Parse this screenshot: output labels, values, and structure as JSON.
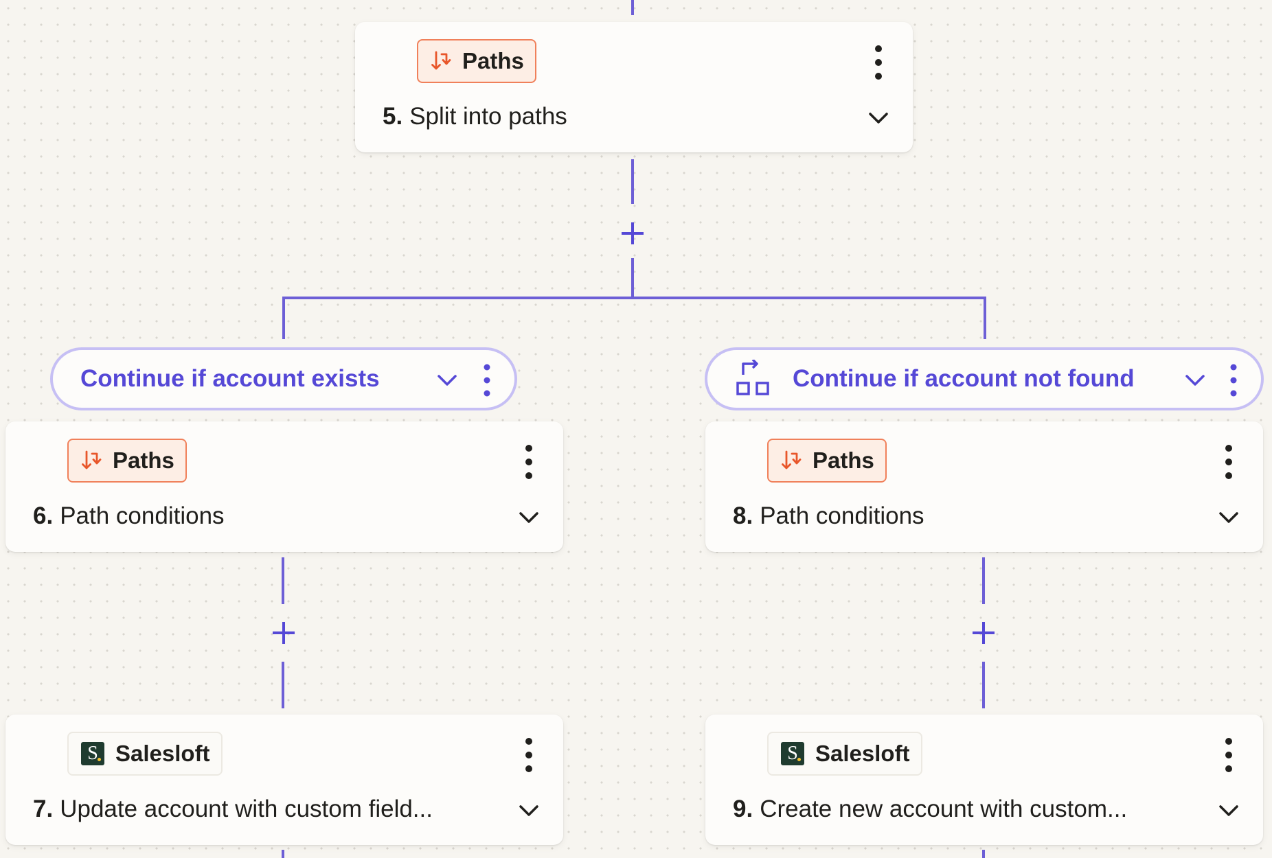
{
  "colors": {
    "connector": "#6d5fd6",
    "path_label": "#5548d6",
    "paths_accent": "#e8562a",
    "salesloft_brand": "#1f3b2f"
  },
  "steps": [
    {
      "number": "5.",
      "app": "Paths",
      "app_icon": "paths-icon",
      "title": "Split into paths"
    },
    {
      "number": "6.",
      "app": "Paths",
      "app_icon": "paths-icon",
      "title": "Path conditions"
    },
    {
      "number": "8.",
      "app": "Paths",
      "app_icon": "paths-icon",
      "title": "Path conditions"
    },
    {
      "number": "7.",
      "app": "Salesloft",
      "app_icon": "salesloft-logo",
      "title": "Update account with custom field..."
    },
    {
      "number": "9.",
      "app": "Salesloft",
      "app_icon": "salesloft-logo",
      "title": "Create new account with custom..."
    }
  ],
  "paths": [
    {
      "label": "Continue if account exists",
      "icon": null
    },
    {
      "label": "Continue if account not found",
      "icon": "path-branch-icon"
    }
  ]
}
